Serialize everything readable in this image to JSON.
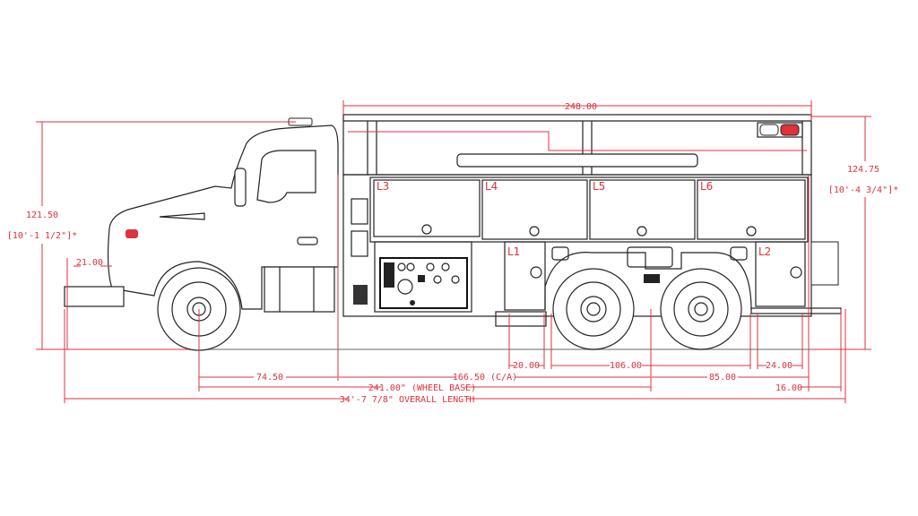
{
  "drawing": {
    "colors": {
      "dimension": "#e0323c",
      "linework": "#222222",
      "lamp": "#e0323c"
    },
    "dimensions": {
      "body_length": "248.00",
      "overall_height_left": "121.50",
      "overall_height_left_ft": "[10'-1 1/2\"]*",
      "front_bumper_height": "21.00",
      "overall_height_right": "124.75",
      "overall_height_right_ft": "[10'-4 3/4\"]*",
      "step_width": "20.00",
      "tandem_clearance": "106.00",
      "rear_comp_width": "24.00",
      "front_overhang": "74.50",
      "cab_to_axle": "166.50 (C/A)",
      "rear_overhang": "85.00",
      "wheel_base": "241.00\" (WHEEL BASE)",
      "tail_step": "16.00",
      "overall_length": "34'-7 7/8\" OVERALL LENGTH"
    },
    "compartments": [
      {
        "id": "L3"
      },
      {
        "id": "L4"
      },
      {
        "id": "L5"
      },
      {
        "id": "L6"
      },
      {
        "id": "L1"
      },
      {
        "id": "L2"
      }
    ]
  }
}
